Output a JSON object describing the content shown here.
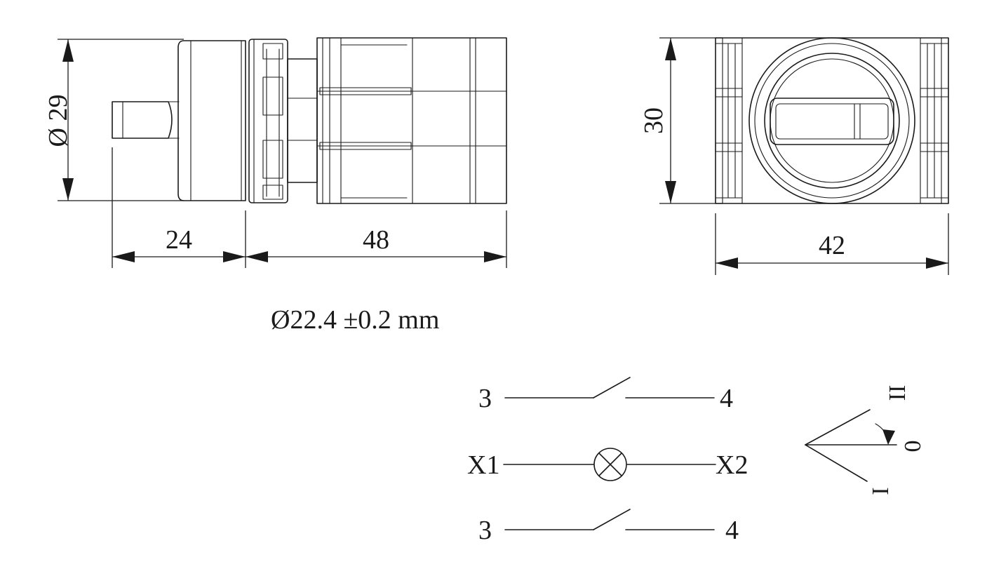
{
  "side_view": {
    "diameter_label": "Ø 29",
    "dim_left": "24",
    "dim_right": "48"
  },
  "front_view": {
    "height_label": "30",
    "width_label": "42"
  },
  "mounting_hole_note": "Ø22.4 ±0.2 mm",
  "wiring": {
    "top_left_terminal": "3",
    "top_right_terminal": "4",
    "lamp_left_terminal": "X1",
    "lamp_right_terminal": "X2",
    "bottom_left_terminal": "3",
    "bottom_right_terminal": "4"
  },
  "positions": {
    "pos_II": "II",
    "pos_0": "0",
    "pos_I": "I"
  }
}
